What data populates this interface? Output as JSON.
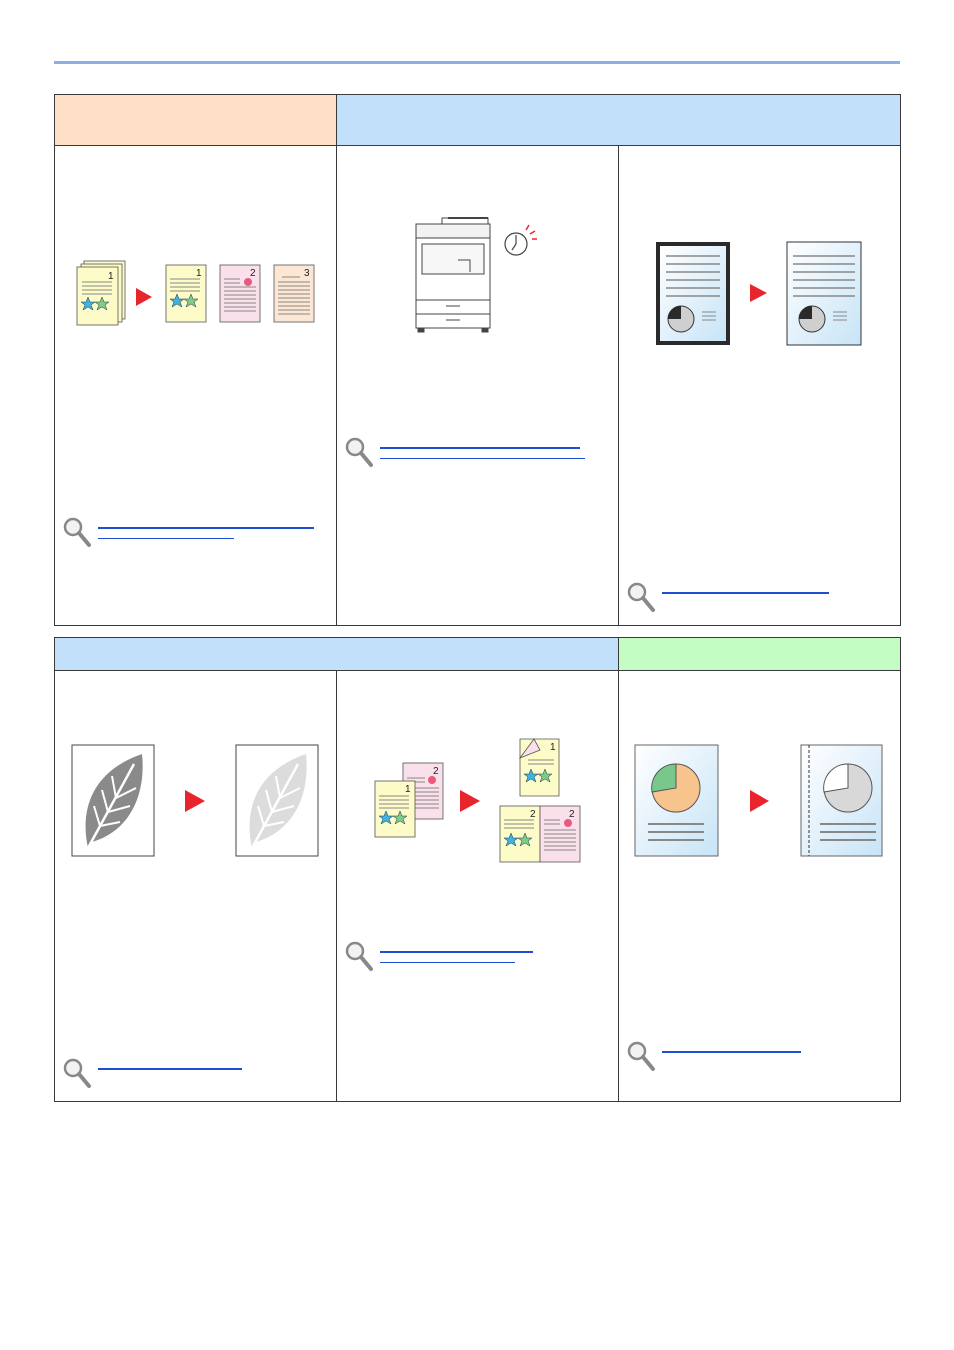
{
  "page": {
    "title": "",
    "colors": {
      "rule": "#8aaee6",
      "header_orange": "#fde0c6",
      "header_blue": "#c3e0fb",
      "header_green": "#c3fdc3",
      "link": "#1f4fd1",
      "arrow": "#e8242c"
    }
  },
  "top_section": {
    "headers": [
      {
        "label": "",
        "color": "#fde0c6"
      },
      {
        "label": "",
        "color": "#c3e0fb"
      }
    ],
    "cells": [
      {
        "name": "collate-cell",
        "pages": [
          "1",
          "1",
          "2",
          "3"
        ],
        "icon": "magnifier-icon"
      },
      {
        "name": "job-reserve-cell",
        "icon": "timer-icon"
      },
      {
        "name": "border-erase-cell",
        "icon": "magnifier-icon"
      }
    ]
  },
  "bottom_section": {
    "headers": [
      {
        "label": "",
        "color": "#c3e0fb"
      },
      {
        "label": "",
        "color": "#c3fdc3"
      }
    ],
    "cells": [
      {
        "name": "density-cell",
        "icon": "leaf-icon"
      },
      {
        "name": "duplex-cell",
        "pages": [
          "2",
          "1",
          "1",
          "2"
        ],
        "icon": "magnifier-icon"
      },
      {
        "name": "margin-cell",
        "icon": "pie-chart-icon"
      }
    ]
  }
}
